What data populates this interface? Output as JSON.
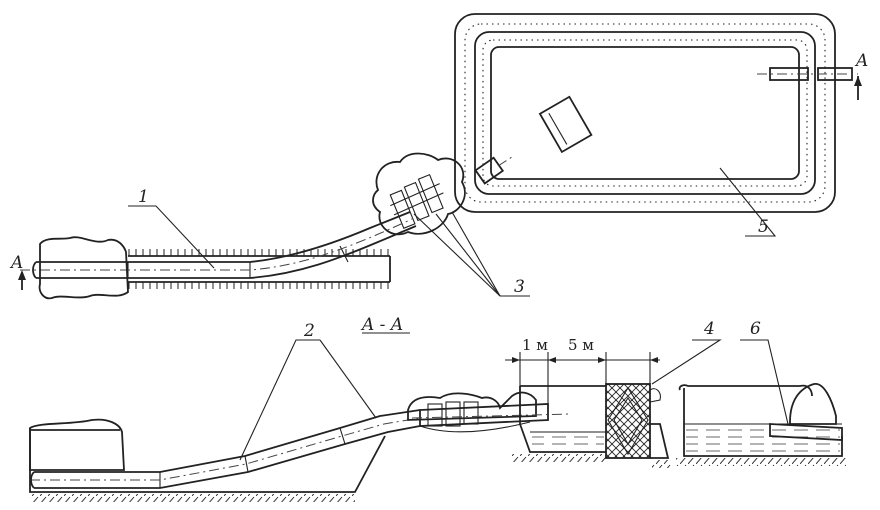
{
  "labels": {
    "item1": "1",
    "item2": "2",
    "item3": "3",
    "item4": "4",
    "item5": "5",
    "item6": "6",
    "section_mark_left": "A",
    "section_mark_right": "A",
    "section_title": "A - A",
    "dim_1m": "1 м",
    "dim_5m": "5 м"
  }
}
